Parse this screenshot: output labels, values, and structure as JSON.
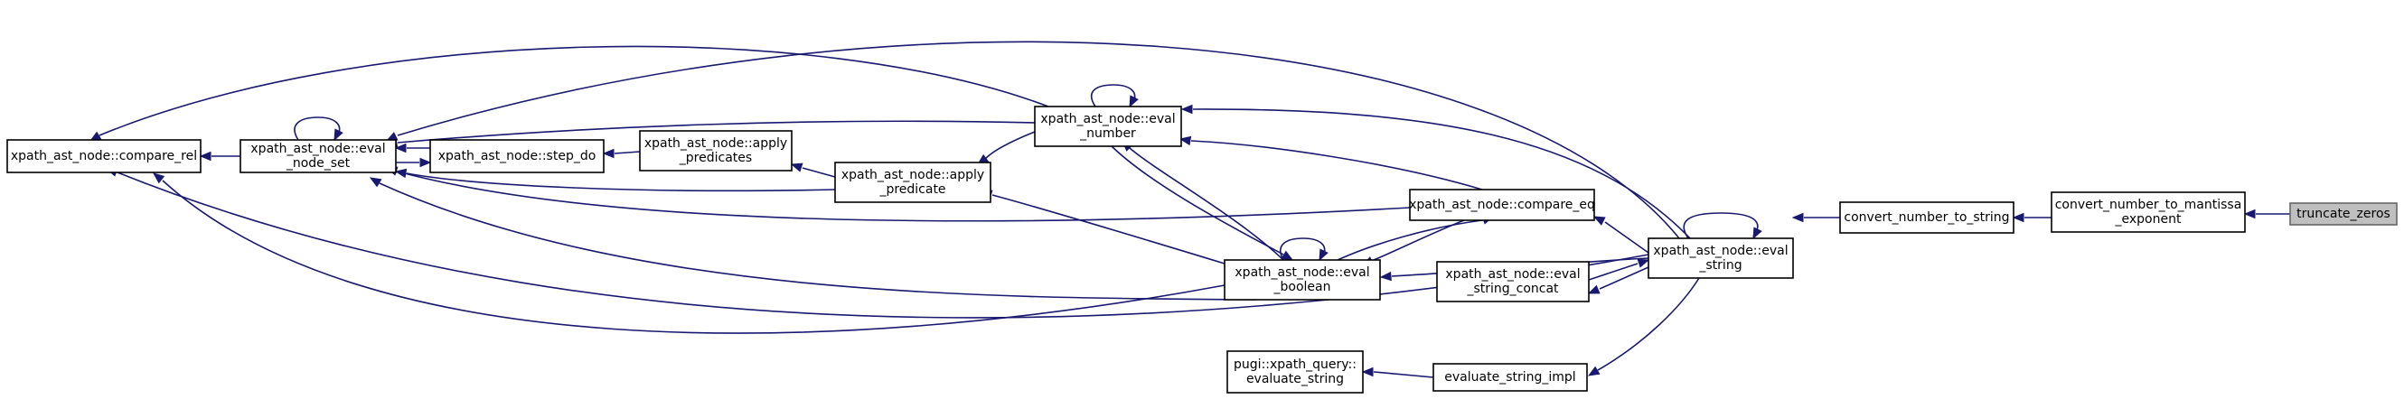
{
  "graph": {
    "edge_color": "#191970",
    "highlight_color": "#bfbfbf",
    "nodes": [
      {
        "id": "n_compare_rel",
        "lines": [
          "xpath_ast_node::compare_rel"
        ]
      },
      {
        "id": "n_eval_node_set",
        "lines": [
          "xpath_ast_node::eval",
          "_node_set"
        ]
      },
      {
        "id": "n_step_do",
        "lines": [
          "xpath_ast_node::step_do"
        ]
      },
      {
        "id": "n_apply_predicates",
        "lines": [
          "xpath_ast_node::apply",
          "_predicates"
        ]
      },
      {
        "id": "n_apply_predicate",
        "lines": [
          "xpath_ast_node::apply",
          "_predicate"
        ]
      },
      {
        "id": "n_eval_number",
        "lines": [
          "xpath_ast_node::eval",
          "_number"
        ]
      },
      {
        "id": "n_eval_boolean",
        "lines": [
          "xpath_ast_node::eval",
          "_boolean"
        ]
      },
      {
        "id": "n_compare_eq",
        "lines": [
          "xpath_ast_node::compare_eq"
        ]
      },
      {
        "id": "n_eval_string_concat",
        "lines": [
          "xpath_ast_node::eval",
          "_string_concat"
        ]
      },
      {
        "id": "n_evaluate_string",
        "lines": [
          "pugi::xpath_query::",
          "evaluate_string"
        ]
      },
      {
        "id": "n_evaluate_string_impl",
        "lines": [
          "evaluate_string_impl"
        ]
      },
      {
        "id": "n_eval_string",
        "lines": [
          "xpath_ast_node::eval",
          "_string"
        ]
      },
      {
        "id": "n_convert_number_to_string",
        "lines": [
          "convert_number_to_string"
        ]
      },
      {
        "id": "n_convert_number_to_mantissa",
        "lines": [
          "convert_number_to_mantissa",
          "_exponent"
        ]
      },
      {
        "id": "n_truncate_zeros",
        "lines": [
          "truncate_zeros"
        ],
        "highlight": true
      }
    ],
    "edges": [
      {
        "from": "n_truncate_zeros",
        "to": "n_convert_number_to_mantissa"
      },
      {
        "from": "n_convert_number_to_mantissa",
        "to": "n_convert_number_to_string"
      },
      {
        "from": "n_convert_number_to_string",
        "to": "n_eval_string"
      },
      {
        "from": "n_eval_string",
        "to": "n_eval_string"
      },
      {
        "from": "n_eval_string",
        "to": "n_eval_number"
      },
      {
        "from": "n_eval_string",
        "to": "n_eval_boolean"
      },
      {
        "from": "n_eval_string",
        "to": "n_compare_eq"
      },
      {
        "from": "n_eval_string",
        "to": "n_eval_string_concat"
      },
      {
        "from": "n_eval_string",
        "to": "n_eval_node_set"
      },
      {
        "from": "n_eval_string",
        "to": "n_compare_rel"
      },
      {
        "from": "n_eval_string",
        "to": "n_evaluate_string_impl"
      },
      {
        "from": "n_evaluate_string_impl",
        "to": "n_evaluate_string"
      },
      {
        "from": "n_eval_string_concat",
        "to": "n_eval_string"
      },
      {
        "from": "n_compare_eq",
        "to": "n_eval_boolean"
      },
      {
        "from": "n_compare_eq",
        "to": "n_eval_number"
      },
      {
        "from": "n_compare_eq",
        "to": "n_eval_node_set"
      },
      {
        "from": "n_eval_boolean",
        "to": "n_eval_boolean"
      },
      {
        "from": "n_eval_boolean",
        "to": "n_eval_number"
      },
      {
        "from": "n_eval_boolean",
        "to": "n_compare_eq"
      },
      {
        "from": "n_eval_boolean",
        "to": "n_apply_predicate"
      },
      {
        "from": "n_eval_boolean",
        "to": "n_eval_node_set"
      },
      {
        "from": "n_eval_boolean",
        "to": "n_compare_rel"
      },
      {
        "from": "n_eval_number",
        "to": "n_eval_number"
      },
      {
        "from": "n_eval_number",
        "to": "n_eval_boolean"
      },
      {
        "from": "n_eval_number",
        "to": "n_apply_predicate"
      },
      {
        "from": "n_eval_number",
        "to": "n_eval_node_set"
      },
      {
        "from": "n_eval_number",
        "to": "n_compare_rel"
      },
      {
        "from": "n_apply_predicate",
        "to": "n_apply_predicates"
      },
      {
        "from": "n_apply_predicate",
        "to": "n_eval_node_set"
      },
      {
        "from": "n_apply_predicates",
        "to": "n_step_do"
      },
      {
        "from": "n_step_do",
        "to": "n_eval_node_set"
      },
      {
        "from": "n_eval_node_set",
        "to": "n_eval_node_set"
      },
      {
        "from": "n_eval_node_set",
        "to": "n_step_do"
      },
      {
        "from": "n_eval_node_set",
        "to": "n_compare_rel"
      }
    ]
  }
}
